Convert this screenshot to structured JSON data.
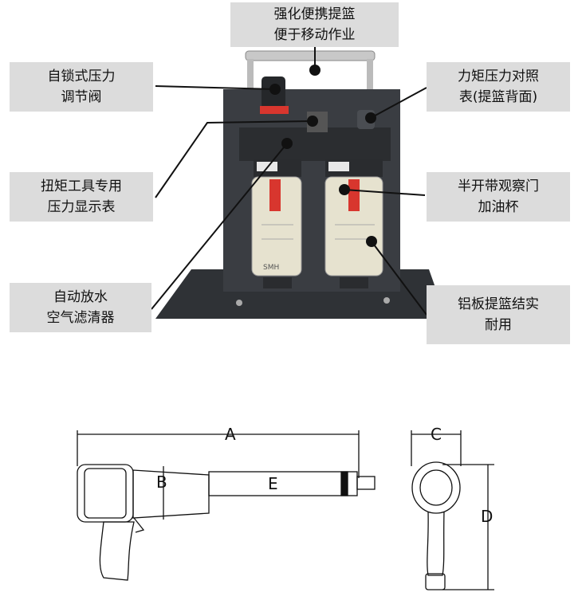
{
  "callouts": {
    "top": [
      "强化便携提篮",
      "便于移动作业"
    ],
    "self_lock_valve": [
      "自锁式压力",
      "调节阀"
    ],
    "torque_gauge": [
      "力矩压力对照",
      "表(提篮背面)"
    ],
    "pressure_display": [
      "扭矩工具专用",
      "压力显示表"
    ],
    "oil_cup": [
      "半开带观察门",
      "加油杯"
    ],
    "auto_drain": [
      "自动放水",
      "空气滤清器"
    ],
    "aluminum_basket": [
      "铝板提篮结实",
      "耐用"
    ]
  },
  "product_marking": "SMH",
  "dimensions": {
    "a": "A",
    "b": "B",
    "c": "C",
    "d": "D",
    "e": "E"
  },
  "colors": {
    "callout_bg": "#dcdcdc",
    "panel": "#3a3d42",
    "filter_bowl": "#e6e2cf",
    "valve_red": "#d8362e",
    "leader": "#111111"
  }
}
